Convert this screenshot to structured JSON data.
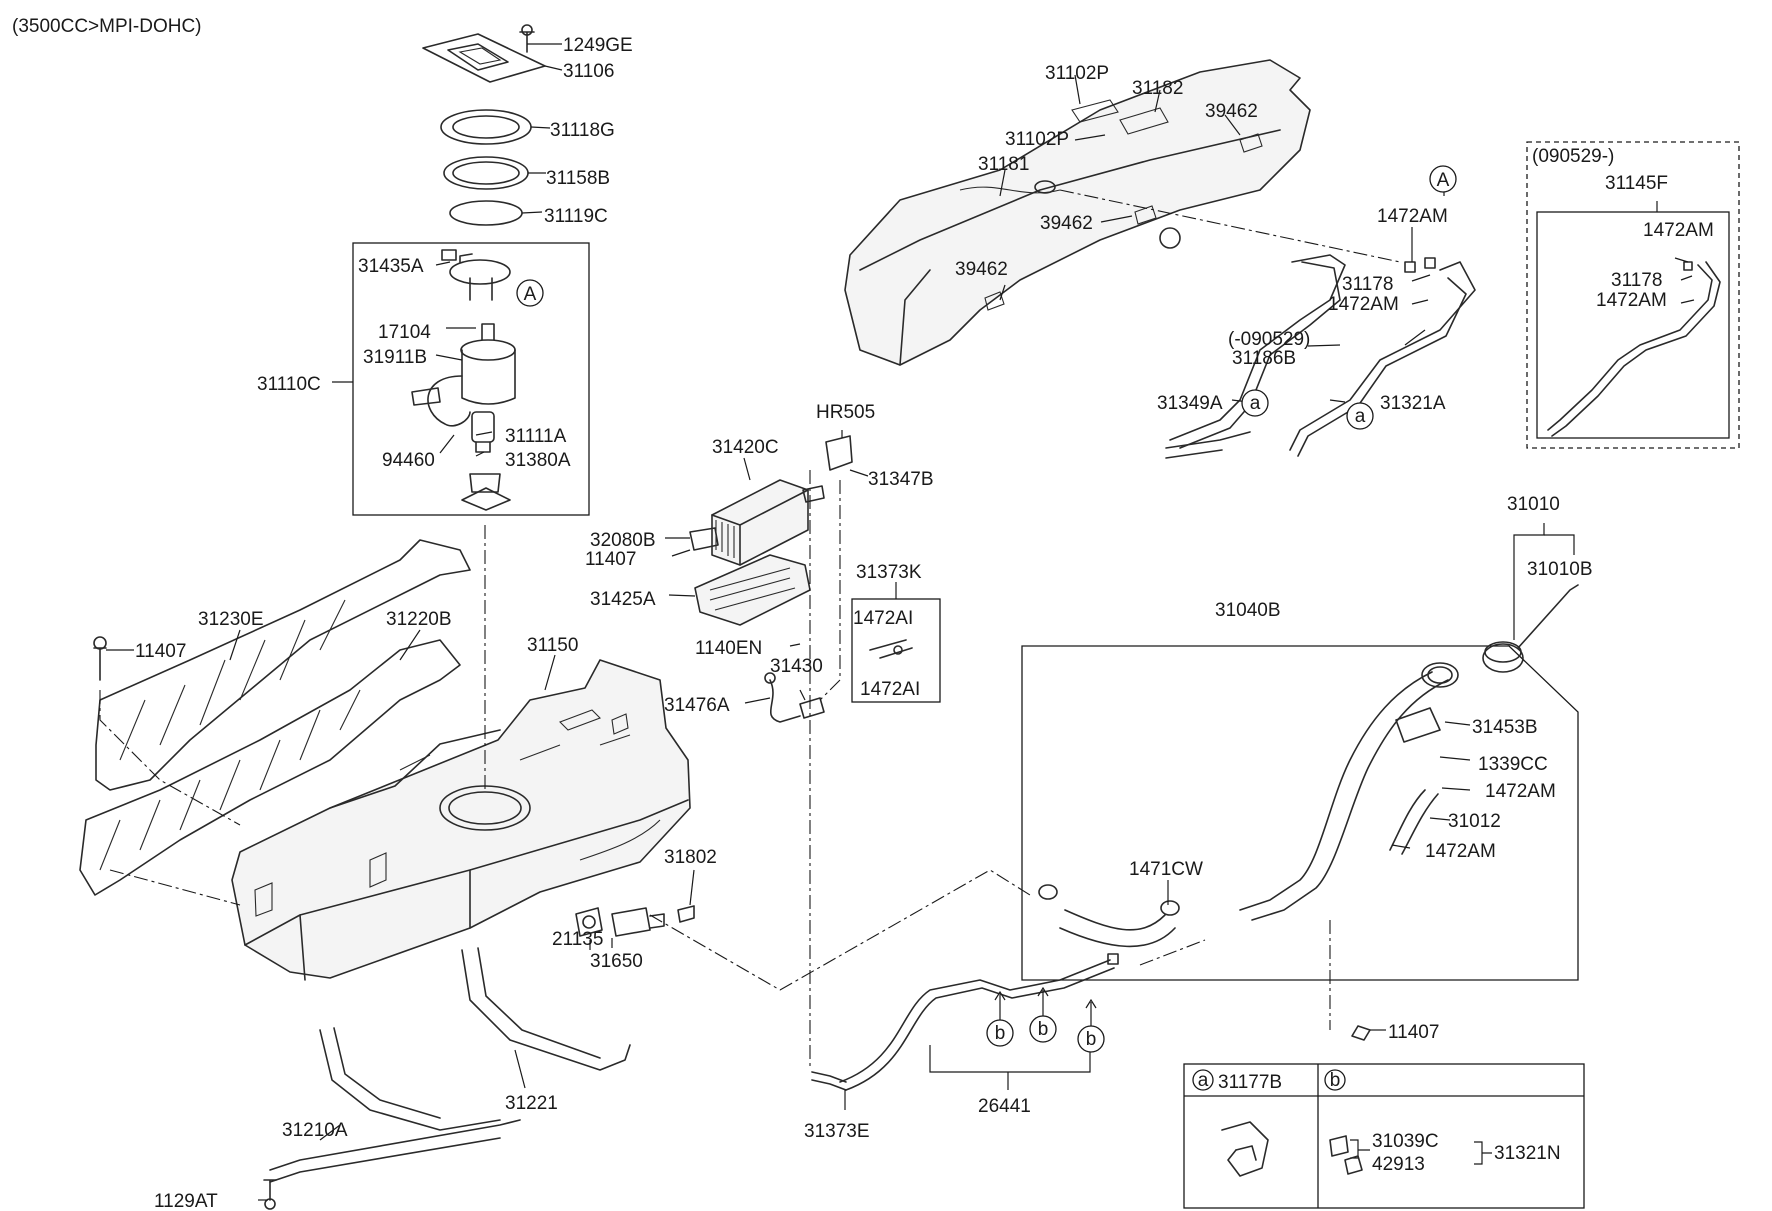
{
  "header": {
    "title": "(3500CC>MPI-DOHC)"
  },
  "labels": {
    "p1249GE": "1249GE",
    "p31106": "31106",
    "p31118G": "31118G",
    "p31158B": "31158B",
    "p31119C": "31119C",
    "p31435A": "31435A",
    "p17104": "17104",
    "p31911B": "31911B",
    "p31110C": "31110C",
    "p31111A": "31111A",
    "p94460": "94460",
    "p31380A": "31380A",
    "p11407": "11407",
    "p31230E": "31230E",
    "p31220B": "31220B",
    "p31150": "31150",
    "p31420C": "31420C",
    "pHR505": "HR505",
    "p31347B": "31347B",
    "p32080B": "32080B",
    "p31425A": "31425A",
    "p1140EN": "1140EN",
    "p31430": "31430",
    "p31476A": "31476A",
    "p31373K": "31373K",
    "p1472AI": "1472AI",
    "p31802": "31802",
    "p21135": "21135",
    "p31650": "31650",
    "p31221": "31221",
    "p31210A": "31210A",
    "p1129AT": "1129AT",
    "p31373E": "31373E",
    "p26441": "26441",
    "p31102P": "31102P",
    "p31182": "31182",
    "p39462": "39462",
    "p31181": "31181",
    "p1472AM": "1472AM",
    "p31178": "31178",
    "p090529a": "(-090529)",
    "p31186B": "31186B",
    "p31349A": "31349A",
    "p31321A": "31321A",
    "p090529b": "(090529-)",
    "p31145F": "31145F",
    "p31010": "31010",
    "p31010B": "31010B",
    "p31040B": "31040B",
    "p31453B": "31453B",
    "p1339CC": "1339CC",
    "p31012": "31012",
    "p1471CW": "1471CW",
    "p31177B": "31177B",
    "p31039C": "31039C",
    "p42913": "42913",
    "p31321N": "31321N"
  },
  "callouts": {
    "A": "A",
    "a": "a",
    "b": "b"
  },
  "icons": [
    "bolt-icon",
    "clip-icon",
    "hose-icon"
  ]
}
